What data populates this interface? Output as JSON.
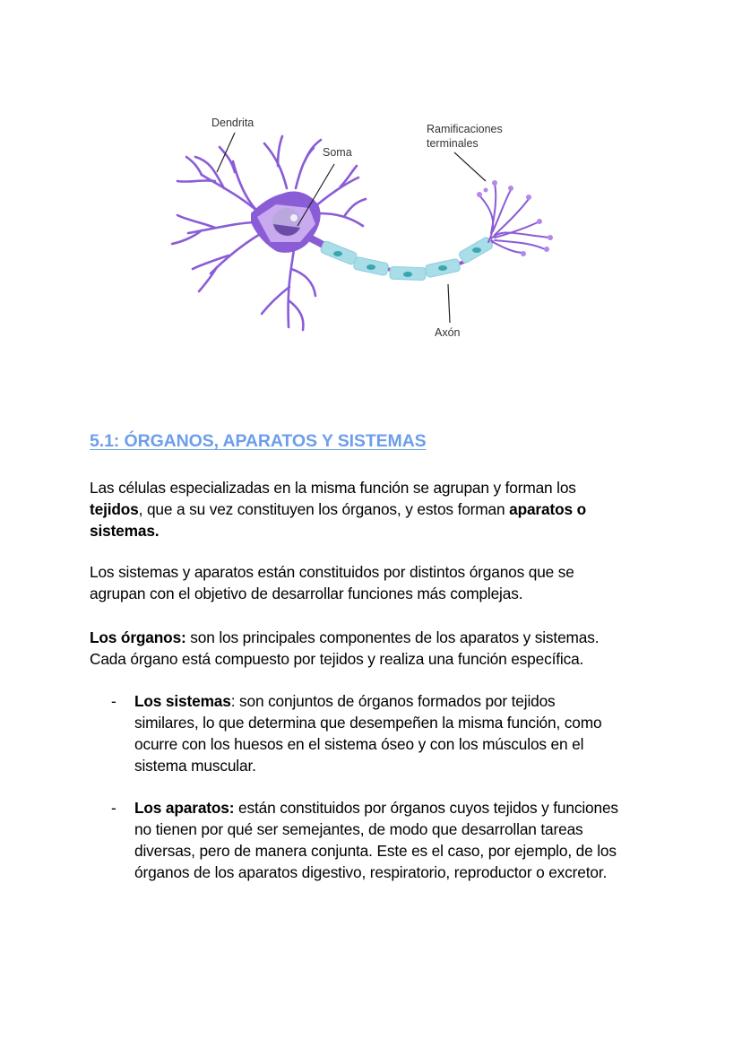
{
  "figure": {
    "labels": {
      "dendrita": "Dendrita",
      "soma": "Soma",
      "ramificaciones_line1": "Ramificaciones",
      "ramificaciones_line2": "terminales",
      "axon": "Axón"
    },
    "colors": {
      "neuron_body": "#8a5cd6",
      "soma_light": "#c9a9f0",
      "nucleus": "#6b4aa8",
      "myelin": "#a9dde8",
      "myelin_dot": "#3aa6b0",
      "node": "#a04fd0"
    }
  },
  "section": {
    "heading": "5.1: ÓRGANOS, APARATOS Y SISTEMAS",
    "heading_color": "#6d9eeb",
    "p1": {
      "line1": "Las células especializadas en la misma función se agrupan y forman los",
      "line2_bold": "tejidos",
      "line2_rest": ", que a su vez constituyen los órganos, y estos forman ",
      "line2_bold2": "aparatos o",
      "line3_bold": "sistemas."
    },
    "p2": {
      "line1": "Los sistemas y aparatos están constituidos por distintos órganos que se",
      "line2": "agrupan con el objetivo de desarrollar funciones más complejas."
    },
    "p3": {
      "bold": "Los órganos:",
      "line1_rest": " son los principales componentes de los aparatos y sistemas.",
      "line2": "Cada órgano está compuesto por tejidos y realiza una función específica."
    },
    "bullets": [
      {
        "marker": "-",
        "bold": "Los sistemas",
        "line1_rest": ": son conjuntos de órganos formados por tejidos",
        "line2": "similares, lo que determina que desempeñen la misma función, como",
        "line3": "ocurre con los huesos en el sistema óseo y con los músculos en el",
        "line4": "sistema muscular."
      },
      {
        "marker": "-",
        "bold": "Los aparatos:",
        "line1_rest": " están constituidos por órganos cuyos tejidos y funciones",
        "line2": "no tienen por qué ser semejantes, de modo que desarrollan tareas",
        "line3": "diversas, pero de manera conjunta. Este es el caso, por ejemplo, de los",
        "line4": "órganos de los aparatos digestivo, respiratorio, reproductor o excretor."
      }
    ]
  }
}
